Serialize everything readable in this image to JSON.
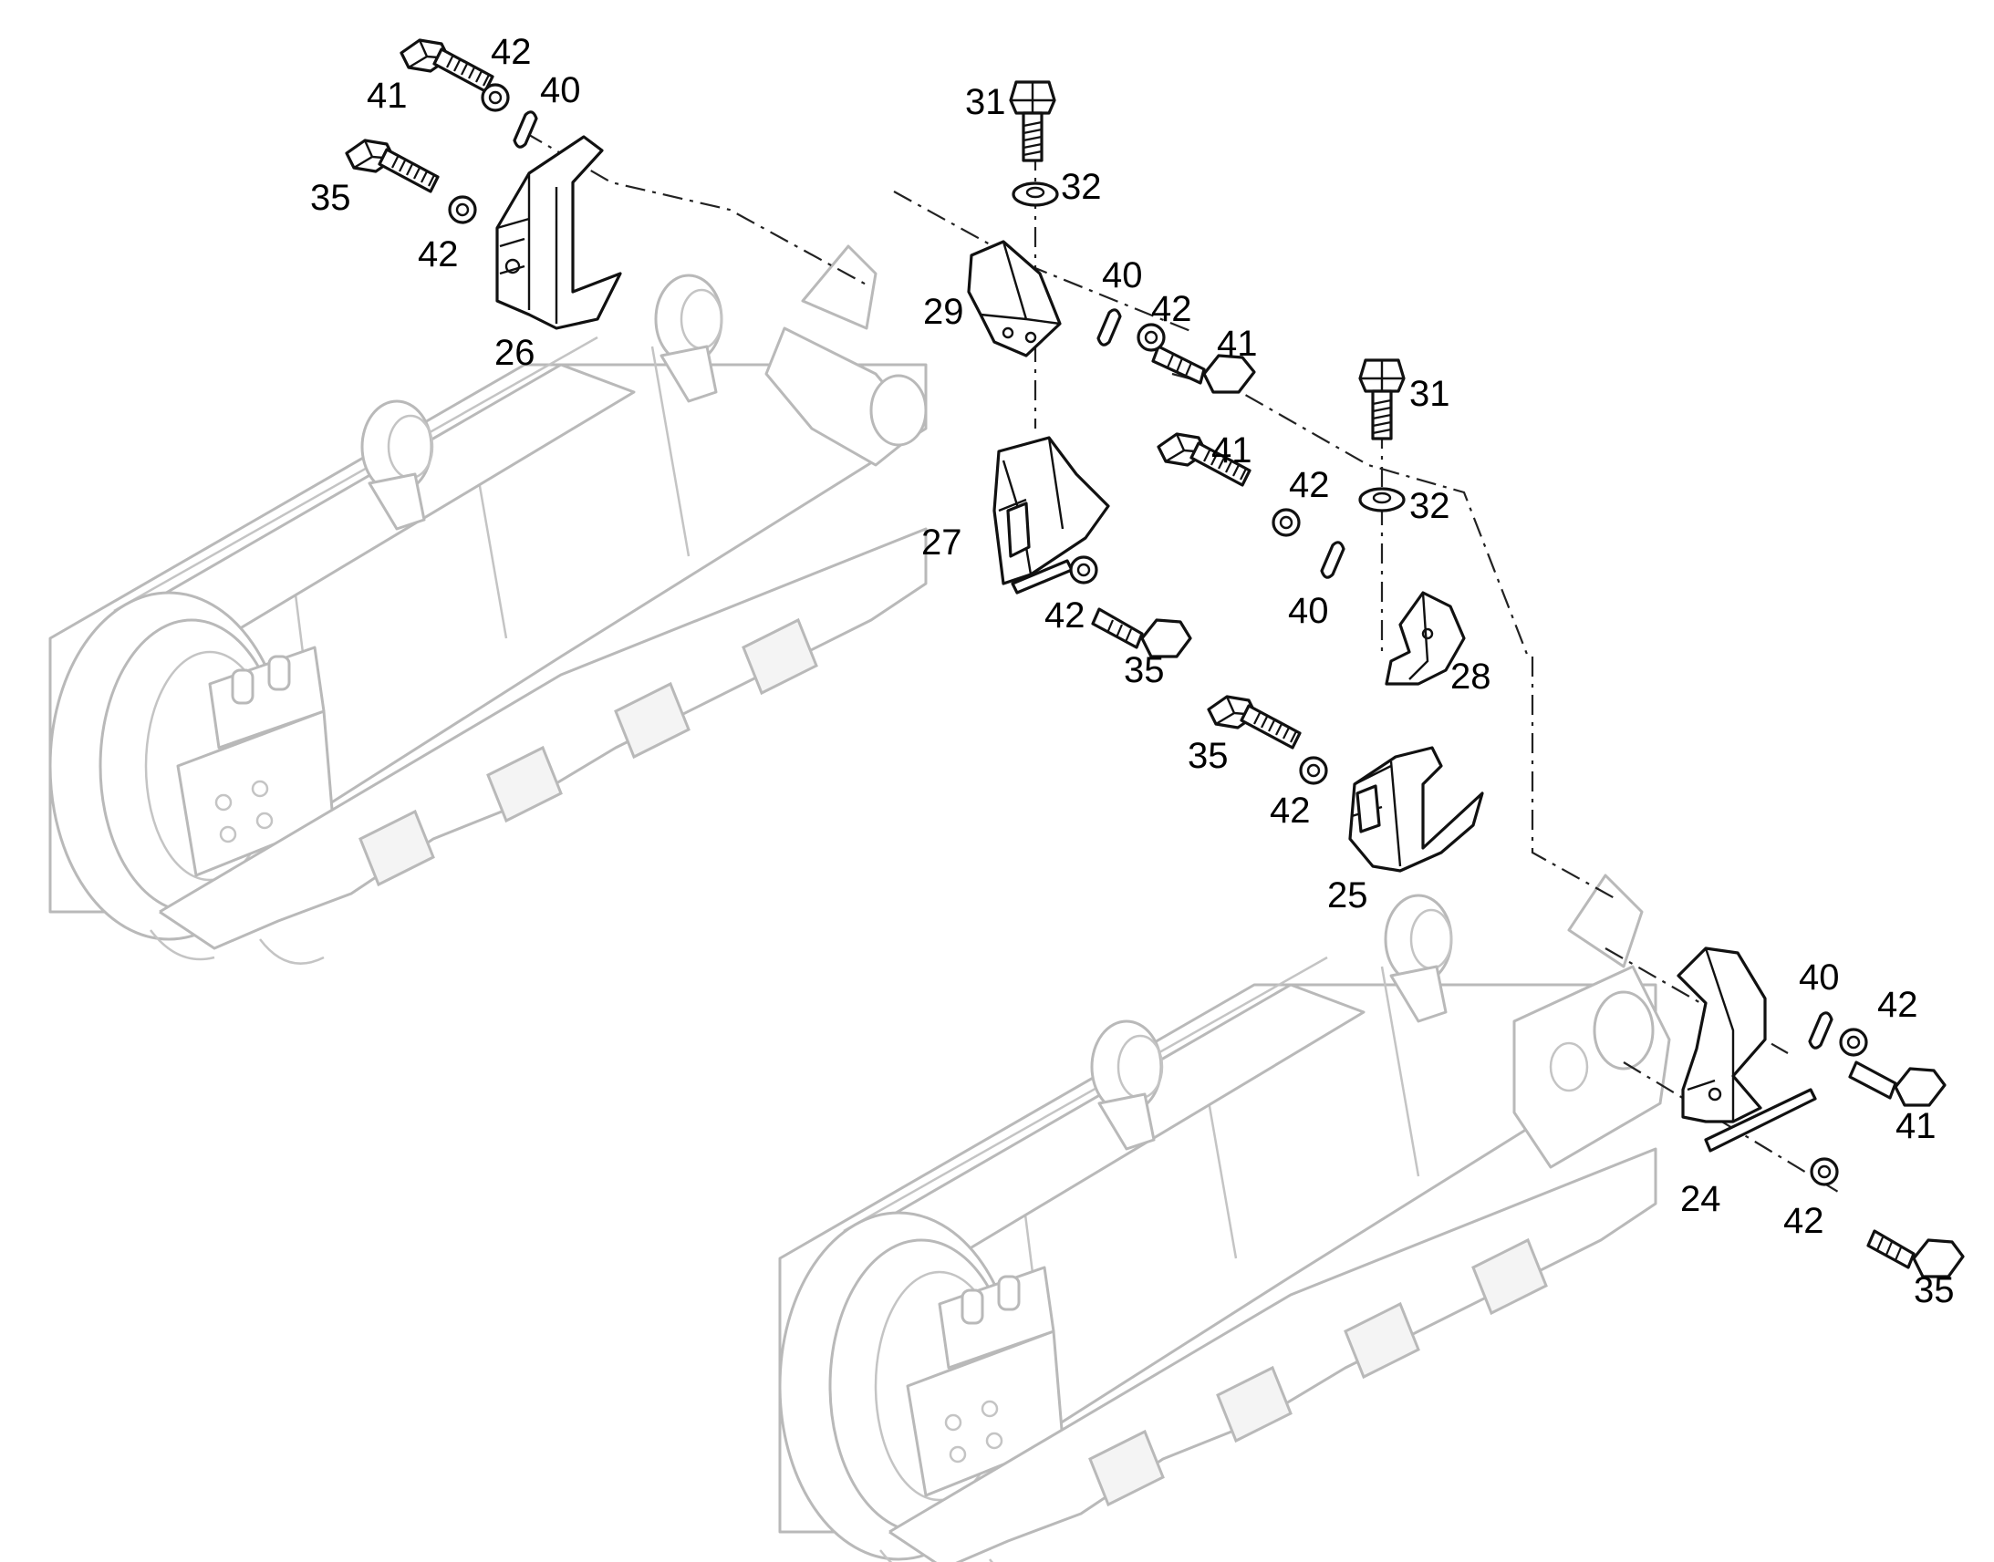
{
  "callouts": [
    {
      "id": "41-a",
      "text": "41"
    },
    {
      "id": "42-a",
      "text": "42"
    },
    {
      "id": "40-a",
      "text": "40"
    },
    {
      "id": "35-a",
      "text": "35"
    },
    {
      "id": "42-b",
      "text": "42"
    },
    {
      "id": "26",
      "text": "26"
    },
    {
      "id": "31-a",
      "text": "31"
    },
    {
      "id": "32-a",
      "text": "32"
    },
    {
      "id": "40-b",
      "text": "40"
    },
    {
      "id": "42-c",
      "text": "42"
    },
    {
      "id": "29",
      "text": "29"
    },
    {
      "id": "41-b",
      "text": "41"
    },
    {
      "id": "31-b",
      "text": "31"
    },
    {
      "id": "41-c",
      "text": "41"
    },
    {
      "id": "42-d",
      "text": "42"
    },
    {
      "id": "32-b",
      "text": "32"
    },
    {
      "id": "27",
      "text": "27"
    },
    {
      "id": "42-e",
      "text": "42"
    },
    {
      "id": "40-c",
      "text": "40"
    },
    {
      "id": "35-b",
      "text": "35"
    },
    {
      "id": "28",
      "text": "28"
    },
    {
      "id": "35-c",
      "text": "35"
    },
    {
      "id": "42-f",
      "text": "42"
    },
    {
      "id": "25",
      "text": "25"
    },
    {
      "id": "40-d",
      "text": "40"
    },
    {
      "id": "42-g",
      "text": "42"
    },
    {
      "id": "41-d",
      "text": "41"
    },
    {
      "id": "24",
      "text": "24"
    },
    {
      "id": "42-h",
      "text": "42"
    },
    {
      "id": "35-d",
      "text": "35"
    }
  ]
}
